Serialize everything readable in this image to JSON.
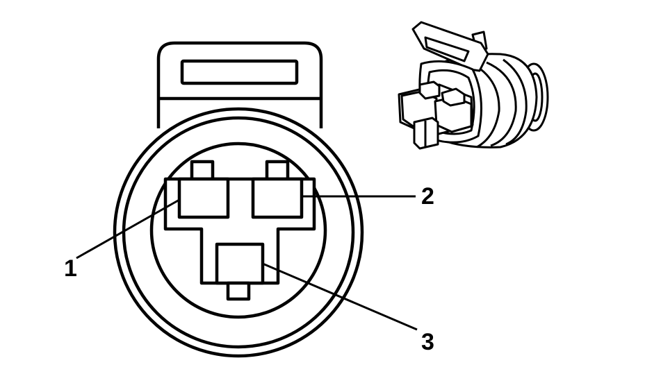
{
  "diagram": {
    "callouts": [
      {
        "id": "1",
        "label": "1"
      },
      {
        "id": "2",
        "label": "2"
      },
      {
        "id": "3",
        "label": "3"
      }
    ]
  },
  "colors": {
    "line": "#000000",
    "background": "#ffffff"
  }
}
